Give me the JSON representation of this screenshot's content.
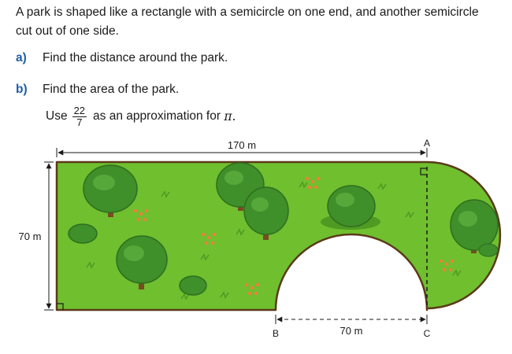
{
  "problem": {
    "intro": "A park is shaped like a rectangle with a semicircle on one end, and another semicircle cut out of one side.",
    "part_a": {
      "label": "a)",
      "text": "Find the distance around the park."
    },
    "part_b": {
      "label": "b)",
      "text": "Find the area of the park."
    },
    "hint": {
      "prefix": "Use",
      "numerator": "22",
      "denominator": "7",
      "suffix": "as an approximation for",
      "symbol": "π."
    }
  },
  "figure": {
    "length_label": "170 m",
    "width_label": "70 m",
    "cutout_label": "70 m",
    "point_a": "A",
    "point_b": "B",
    "point_c": "C",
    "colors": {
      "grass": "#6fbf2f",
      "grass_dark": "#4f9a22",
      "outline": "#5a3a1a",
      "tree": "#3f8f2a",
      "tree_dark": "#2f6e1e",
      "trunk": "#7a4a22",
      "flower": "#f0803a"
    }
  }
}
